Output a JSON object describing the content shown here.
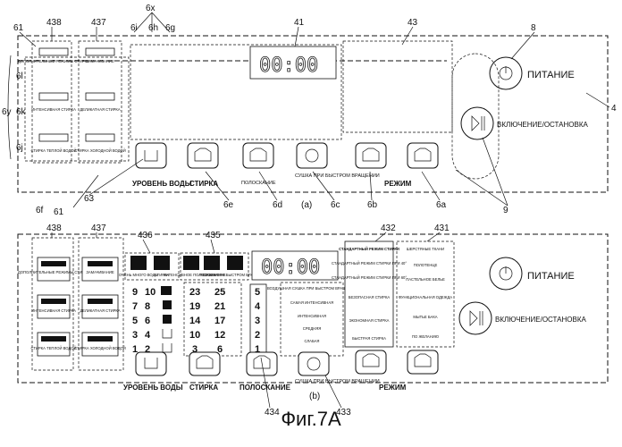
{
  "figure_caption": "Фиг.7А",
  "panel_a": {
    "sub_label": "(a)",
    "display": "00:00",
    "refs": {
      "r438": "438",
      "r437": "437",
      "r6x": "6x",
      "r61_top": "61",
      "r6i": "6i",
      "r6h": "6h",
      "r6g": "6g",
      "r41": "41",
      "r43": "43",
      "r8": "8",
      "r4": "4",
      "r6l": "6l",
      "r6k": "6k",
      "r6y": "6y",
      "r6j": "6j",
      "r63": "63",
      "r6f": "6f",
      "r61_bot": "61",
      "r6e": "6e",
      "r6d": "6d",
      "r6c": "6c",
      "r6b": "6b",
      "r6a": "6a",
      "r9": "9"
    },
    "left_col1": [
      "ДОПОЛНИТЕЛЬНЫЕ РЕЖИМЫ СТИРКИ",
      "ИНТЕНСИВНАЯ СТИРКА",
      "СТИРКА ТЕПЛОЙ ВОДОЙ"
    ],
    "left_col2": [
      "ЗАМАЧИВАНИЕ",
      "ДЕЛИКАТНАЯ СТИРКА",
      "СТИРКА ХОЛОДНОЙ ВОДОЙ"
    ],
    "buttons": [
      "УРОВЕНЬ ВОДЫ",
      "СТИРКА",
      "ПОЛОСКАНИЕ",
      "СУШКА ПРИ БЫСТРОМ ВРАЩЕНИИ",
      "РЕЖИМ"
    ],
    "power": "ПИТАНИЕ",
    "start_stop": "ВКЛЮЧЕНИЕ/ОСТАНОВКА"
  },
  "panel_b": {
    "sub_label": "(b)",
    "display": "00:00",
    "refs": {
      "r438": "438",
      "r437": "437",
      "r436": "436",
      "r435": "435",
      "r432": "432",
      "r431": "431",
      "r434": "434",
      "r433": "433"
    },
    "left_col1": [
      "ДОПОЛНИТЕЛЬНЫЕ РЕЖИМЫ СТИРКИ",
      "ИНТЕНСИВНАЯ СТИРКА",
      "СТИРКА ТЕПЛОЙ ВОДОЙ"
    ],
    "left_col2": [
      "ЗАМАЧИВАНИЕ",
      "ДЕЛИКАТНАЯ СТИРКА",
      "СТИРКА ХОЛОДНОЙ ВОДОЙ"
    ],
    "icon_labels": [
      "ОЧЕНЬ МНОГО ВОДЫ",
      "СТИРКА",
      "ИНТЕНСИВНОЕ ПОЛОСКАНИЕ",
      "ПОЛОСКАНИЕ",
      "СУШКА ПРИ БЫСТРОМ ВРАЩЕНИИ"
    ],
    "water_levels": [
      [
        "9",
        "10"
      ],
      [
        "7",
        "8"
      ],
      [
        "5",
        "6"
      ],
      [
        "3",
        "4"
      ],
      [
        "1",
        "2"
      ]
    ],
    "wash_times": [
      [
        "23",
        "25"
      ],
      [
        "19",
        "21"
      ],
      [
        "14",
        "17"
      ],
      [
        "10",
        "12"
      ],
      [
        "3",
        "6"
      ]
    ],
    "rinse_counts": [
      "5",
      "4",
      "3",
      "2",
      "1"
    ],
    "spin_options": [
      "ВОЗДУШНАЯ СУШКА ПРИ БЫСТРОМ ВРАЩЕНИИ",
      "САМАЯ ИНТЕНСИВНАЯ",
      "ИНТЕНСИВНАЯ",
      "СРЕДНЯЯ",
      "СЛАБАЯ"
    ],
    "modes_mid": [
      "СТАНДАРТНЫЙ РЕЖИМ СТИРКИ",
      "СТАНДАРТНЫЙ РЕЖИМ СТИРКИ ПРИ 40°",
      "СТАНДАРТНЫЙ РЕЖИМ СТИРКИ ПРИ 60°",
      "БЕЗОПАСНАЯ СТИРКА",
      "ЭКОНОМНАЯ СТИРКА",
      "БЫСТРАЯ СТИРКА"
    ],
    "modes_right": [
      "ШЕРСТЯНЫЕ ТКАНИ",
      "ПОЛОТЕНЦЕ",
      "ПАСТЕЛЬНОЕ БЕЛЬЕ",
      "ФУНКЦИОНАЛЬНАЯ ОДЕЖДА",
      "МЫТЬЕ БАКА",
      "ПО ЖЕЛАНИЮ"
    ],
    "buttons": [
      "УРОВЕНЬ ВОДЫ",
      "СТИРКА",
      "ПОЛОСКАНИЕ",
      "СУШКА ПРИ БЫСТРОМ ВРАЩЕНИИ",
      "РЕЖИМ"
    ],
    "power": "ПИТАНИЕ",
    "start_stop": "ВКЛЮЧЕНИЕ/ОСТАНОВКА"
  }
}
